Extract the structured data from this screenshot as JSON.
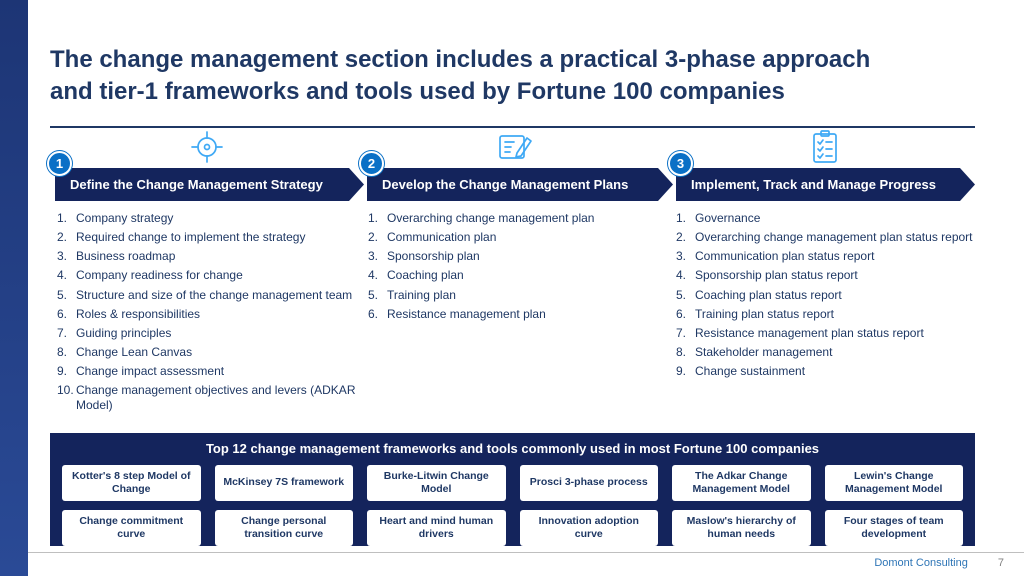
{
  "slide": {
    "title_line1": "The change management section includes a practical 3-phase approach",
    "title_line2": "and tier-1 frameworks and tools used by Fortune 100 companies",
    "footer": {
      "company": "Domont Consulting",
      "page_number": "7"
    }
  },
  "phases": [
    {
      "number": "1",
      "label": "Define the Change Management Strategy",
      "icon": "target-icon",
      "items": [
        "Company strategy",
        "Required change to implement the strategy",
        "Business roadmap",
        "Company readiness for change",
        "Structure and size of the change management team",
        "Roles & responsibilities",
        "Guiding principles",
        "Change Lean Canvas",
        "Change impact assessment",
        "Change management objectives and levers (ADKAR Model)"
      ]
    },
    {
      "number": "2",
      "label": "Develop the Change Management Plans",
      "icon": "document-pencil-icon",
      "items": [
        "Overarching change management plan",
        "Communication plan",
        "Sponsorship plan",
        "Coaching plan",
        "Training plan",
        "Resistance management plan"
      ]
    },
    {
      "number": "3",
      "label": "Implement, Track and Manage Progress",
      "icon": "checklist-icon",
      "items": [
        "Governance",
        "Overarching change management plan status report",
        "Communication plan status report",
        "Sponsorship plan status report",
        "Coaching plan status report",
        "Training plan status report",
        "Resistance management plan status report",
        "Stakeholder management",
        "Change sustainment"
      ]
    }
  ],
  "frameworks_panel": {
    "title": "Top 12 change management frameworks and tools commonly used in most Fortune 100 companies",
    "cards": [
      "Kotter's 8 step Model of Change",
      "McKinsey 7S framework",
      "Burke-Litwin Change Model",
      "Prosci 3-phase process",
      "The Adkar Change Management Model",
      "Lewin's Change Management Model",
      "Change commitment curve",
      "Change personal transition curve",
      "Heart and mind human drivers",
      "Innovation adoption curve",
      "Maslow's hierarchy of human needs",
      "Four stages of team development"
    ]
  },
  "colors": {
    "navy": "#14245c",
    "title_blue": "#1f3864",
    "accent_blue": "#0a70c6",
    "icon_blue": "#3fa9f5"
  }
}
